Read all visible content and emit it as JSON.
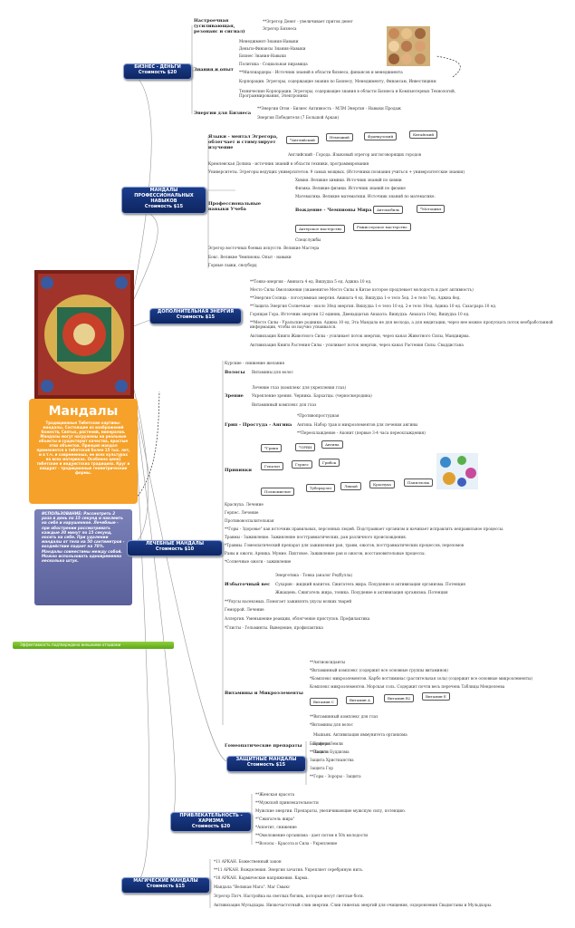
{
  "center": {
    "title": "Мандалы",
    "description": "Традиционные Тибетские картины-мандалы. Состоящие из изображений божеств, Святых, растений, минералов. Мандалы могут нагружены на реальные объекты и существуют качества, простые этих объектов. Принцип мандал применяется в тибетской более 15 тыс. лет, и в т.ч. и современных, ее всех культурах на всех материках. Особенно ценн) тибетские и индуистских традициях. Круг и квадрат - традиционные геометрические формы."
  },
  "usage": {
    "text": "ИСПОЛЬЗОВАНИЕ: Рассмотреть 2 раза в день по 15 секунд и наклеить на себя и нарушенное. Лечебные - при обострении рассматривать каждые 30 минут по 15 секунд, носить на себе. При удалении мандалы от тела на 50 сантиметров - воздействие падает на 70%. Мандалы совместимы между собой. Можно использовать одновременно несколько штук."
  },
  "green_bar": "Эффективность подтверждена внешними отзывами",
  "nodes": {
    "business": {
      "title": "БИЗНЕС - ДЕНЬГИ",
      "price": "Стоимость $20"
    },
    "prof": {
      "title": "МАНДАЛЫ ПРОФЕССИОНАЛЬНЫХ НАВЫКОВ",
      "price": "Стоимость $15"
    },
    "extra": {
      "title": "ДОПОЛНИТЕЛЬНАЯ ЭНЕРГИЯ",
      "price": "Стоимость $15"
    },
    "healing": {
      "title": "ЛЕЧЕБНЫЕ МАНДАЛЫ",
      "price": "Стоимость $10"
    },
    "protect": {
      "title": "ЗАЩИТНЫЕ МАНДАЛЫ",
      "price": "Стоимость $15"
    },
    "charm": {
      "title": "ПРИВЛЕКАТЕЛЬНОСТЬ - ХАРИЗМА",
      "price": "Стоимость $20"
    },
    "magic": {
      "title": "МАГИЧЕСКИЕ МАНДАЛЫ",
      "price": "Стоимость $15"
    }
  },
  "business": {
    "h1": "Настроечная (усиливающая, резонанс и сигнал)",
    "h1_items": [
      "**Эгрегор Денег - увеличивает приток денег",
      "Эгрегор Бизнеса"
    ],
    "h2": "Знания и опыт",
    "h2_items": [
      "Менеджмент-Знания-Навыки",
      "Деньги-Финансы Знания-Навыки",
      "Бизнес Знания-Навыки",
      "Политика - Социальная пирамида",
      "**Миллиардеры - Источник знаний в области бизнеса, финансов и менеджмента",
      "Корпорации. Эгрегоры, содержащие знания по Бизнесу, Менеджменту, Финансам, Инвестициям",
      "Технические Корпорации. Эгрегоры, содержащие знания в области Бизнеса и Компьютерных Технологий, Программирования, Электроники"
    ],
    "h3": "Энергии для Бизнеса",
    "h3_items": [
      "**Энергии Огня - Бизнес Активность - МЛМ Энергия - Навыки Продаж",
      "Энергия Победителя (7 Большой Аркан)"
    ],
    "h3_bold": "Навыки Продаж"
  },
  "prof": {
    "h1": "Языки - ментал Эгрегора, облегчает и стимулирует изучение",
    "boxes": [
      "*Английский",
      "Немецкий",
      "Французский",
      "Китайский"
    ],
    "lang_note": "Английский - Города. Языковый эгрегор англоговорящих городов",
    "kremlin": "Кремлевская Долина - источник знаний в области техники, программирования",
    "univ": "Университеты. Эгрегоры ведущих университетов. 9 самых мощных. (Источники познания учиться + университетские знания)",
    "h2": "Профессиональные навыки Учеба",
    "h2_items": [
      "Химия. Великие химики. Источник знаний по химии",
      "Физика. Великие физики. Источник знаний по физике",
      "Математика. Великие математики. Источник знаний по математике."
    ],
    "drive": "Вождение - Чемпионы Мира",
    "drive_boxes": [
      "Автомобиль",
      "*Мотоцикл"
    ],
    "music_boxes": [
      "Актерское мастерство",
      "Режиссерское мастерство"
    ],
    "spec": "Спецслужбы",
    "tail": [
      "Эгрегор восточных боевых искусств. Великие Мастера",
      "Бокс. Великие Чемпионы. Опыт - навыки",
      "Горные лыжи, сноуборд"
    ]
  },
  "extra": {
    "items": [
      "**Тонко-энергия - Авината 4 ед. Вишудха 5 ед. Аджна 10 ед.",
      "Место Силы Омоложения (знаменитое Место Силы в Китае которое продлевает молодость и дает активность)",
      "**Энергия Солнца - логосуммная энергия. Авината 4 ед. Вишудха 1-е тело 5ед. 2-е тело 7ед. Аджна 8ед.",
      "**Защита Энергия Солнечная - около 30ед энергия. Вишудха 1-е тело 10 ед. 2-е тело 10ед. Аджна 10 ед. Сахасрара 10 ед.",
      "Горящая Гора. Источник энергии 12 единиц. Двенадцатых Анахата. Вишудха. Анахата 10ед. Вишудха 10 ед.",
      "**Место Силы - Уральские родники. Аджна 10 ед. Эта Мандала не для восхода, а для медитации, через нее можно пропускать поток необработанной информации, чтобы он научно усваивался.",
      "Активизация Книги Животного Силы - усиливает поток энергии, через канал Животного Силы, Мандиирма.",
      "Активизация Книги Растения Силы - усиливает поток энергии, через канал Растения Силы. Сваддистана"
    ]
  },
  "healing": {
    "kursk": "Курские - снижение желания",
    "hair_h": "Волосы",
    "hair": "Витамины для волос",
    "vision_h": "Зрение",
    "vision": [
      "Лечение глаз (комплекс для укрепления глаз)",
      "Укрепление зрения. Черника. Бархатцы. (черносмородина)",
      "Витаминный комплекс для глаз"
    ],
    "flu_h": "Грип - Простуда - Ангина",
    "flu": [
      "*Противопростудная",
      "Ангина. Набор трав и микроэлементов для лечения ангины",
      "**Переохлаждение - Аконит (первые 3-4 часа переохлаждения)"
    ],
    "vacc_h": "Прививки",
    "vacc_boxes": [
      "*Грипп",
      "*ОРВИ",
      "Ангина",
      "Гепатит",
      "Герпес",
      "Грибок",
      "Полиомиелит",
      "Туберкулез",
      "Лишай",
      "Краснуха",
      "Папиллома"
    ],
    "mid": [
      "Краснуха. Лечение",
      "Герпес. Лечение",
      "Противовоспалительная",
      "**Горы - Здоровье\" как источник правильных, персонных людей. Подстраивает организм и начинает исправлять неправильное процессы.",
      "Травмы - Заживление. Заживление посттравматических, ран различного происхождения.",
      "*Травмы. Гомеопатический препарат для заживления ран, травм, ожогов, посттравматических процессов, переломов",
      "Раны и ожоги. Арника. Мумие. Пихтовое. Заживление ран и ожогов, восстановительные процессы.",
      "*Солнечные ожоги - заживление"
    ],
    "weight_h": "Избыточный вес",
    "weight": [
      "Энергетика - Тонка (аналог Редбулла)",
      "Сухарин - жидкий напиток. Сжигатель жира. Похудение и активизация организма. Потенция",
      "Жжащень. Сжигатель жира, тоника. Похудение и активизация организма. Потенция"
    ],
    "mid2": [
      "**Укусы насекомых. Помогает заживлять укусы всяких тварей",
      "Геморрой. Лечение",
      "Аллергия. Уменьшение реакции, облегчение приступов. Профилактика",
      "*Глисты - Гельминты. Выведение, профилактика"
    ],
    "vit_h": "Витамины и Микроэлементы",
    "vit": [
      "**Антиоксиданты",
      "*Витаминный комплекс (содержит все основные группы витаминов)",
      "*Комплекс микроэлементов. Карбо воттиминас (растительная зола) (содержит все основные микроэлементы)",
      "Комплекс микроэлементов. Морская соль. Содержит почти весь перечень Таблицы Менделеева"
    ],
    "vit_boxes": [
      "Витамин С",
      "Витамин А",
      "Витамин В2",
      "Витамин Е"
    ],
    "vit2": [
      "**Витаминный комплекс для глаз",
      "*Витамины для волос"
    ],
    "homeo_h": "Гомеопатические препараты",
    "homeo": [
      "Мышьяк. Активизация иммунитета организма",
      "Бриония",
      "Пасили"
    ]
  },
  "protect": {
    "items": [
      "Биосфера Земли",
      "**Защита Буддизма",
      "Защита Христианства",
      "Защита Гор",
      "**Горы - Зороры - Защита"
    ]
  },
  "charm": {
    "items": [
      "**Женская красота",
      "**Мужской привлекательности",
      "Мужские энергии. Препараты, увеличивающие мужскую силу, потенцию.",
      "*\"Сжигатель жира\"",
      "*Аппетит, снижение",
      "**Омоложение организма - дает потом в 50х молодости",
      "**Волосы - Красота и Сила - Укрепление"
    ]
  },
  "magic": {
    "items": [
      "*11 АРКАН. Божественный закон",
      "**11 АРКАН. Вожделения. Энергия зачатия. Укрепляет серебряную нить.",
      "*18 АРКАН. Кармические напряжения. Карма.",
      "Мандала \"Великая Мага\". Маг Смыкс",
      "Эгрегор Пэтч. Настройка на светлых богинь, которые несут светлые боги.",
      "Активизация Мульдхары. Низкочастотный слив энергии. Слив тяжелых энергий для очищения, оздоровления Свадистаны и Мульдхары."
    ]
  },
  "colors": {
    "node": "#1a3c8c",
    "center": "#f6a12a",
    "usage": "#6a70aa",
    "green": "#6ab92a"
  }
}
